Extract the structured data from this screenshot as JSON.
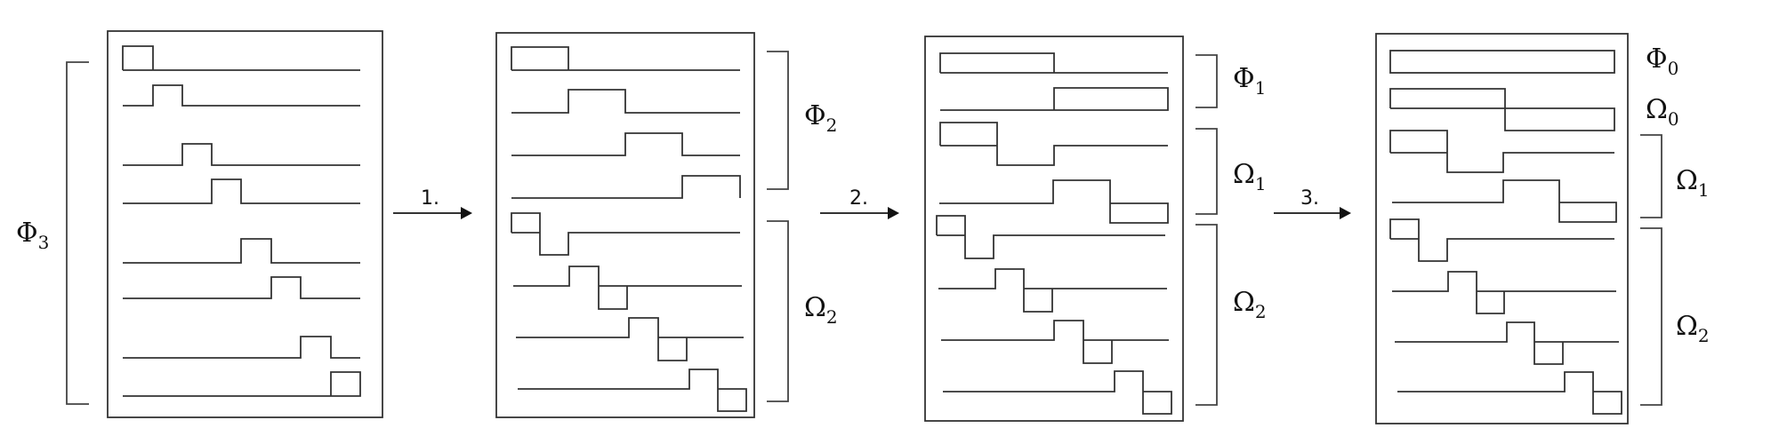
{
  "diagram": {
    "description": "Haar-like wavelet decomposition: scaling functions Phi and wavelets Omega at successive levels",
    "steps": [
      {
        "label": "1."
      },
      {
        "label": "2."
      },
      {
        "label": "3."
      }
    ],
    "panels": [
      {
        "groups": [
          {
            "symbol": "Φ",
            "subscript": "3",
            "basis": "scaling",
            "count": 8
          }
        ]
      },
      {
        "groups": [
          {
            "symbol": "Φ",
            "subscript": "2",
            "basis": "scaling",
            "count": 4
          },
          {
            "symbol": "Ω",
            "subscript": "2",
            "basis": "wavelet",
            "count": 4
          }
        ]
      },
      {
        "groups": [
          {
            "symbol": "Φ",
            "subscript": "1",
            "basis": "scaling",
            "count": 2
          },
          {
            "symbol": "Ω",
            "subscript": "1",
            "basis": "wavelet",
            "count": 2
          },
          {
            "symbol": "Ω",
            "subscript": "2",
            "basis": "wavelet",
            "count": 4
          }
        ]
      },
      {
        "groups": [
          {
            "symbol": "Φ",
            "subscript": "0",
            "basis": "scaling",
            "count": 1
          },
          {
            "symbol": "Ω",
            "subscript": "0",
            "basis": "wavelet",
            "count": 1
          },
          {
            "symbol": "Ω",
            "subscript": "1",
            "basis": "wavelet",
            "count": 2
          },
          {
            "symbol": "Ω",
            "subscript": "2",
            "basis": "wavelet",
            "count": 4
          }
        ]
      }
    ]
  }
}
